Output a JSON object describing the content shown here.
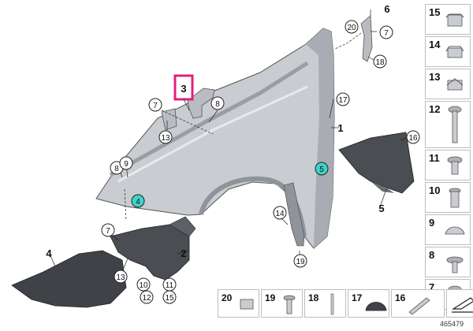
{
  "diagram": {
    "callouts": {
      "fender_main": "1",
      "bracket_lower": "2",
      "bracket_top": "3",
      "liner_front": "4",
      "liner_rear": "5",
      "strip_top": "6",
      "a7_left": "7",
      "a7_lower": "7",
      "a7_top": "7",
      "a8_left": "8",
      "a8_top": "8",
      "a9": "9",
      "a10": "10",
      "a11": "11",
      "a12": "12",
      "a13_left": "13",
      "a13_lower": "13",
      "a14": "14",
      "a15": "15",
      "a16": "16",
      "a17": "17",
      "a18": "18",
      "a19": "19",
      "a20": "20",
      "teal4": "4",
      "teal5": "5"
    },
    "highlight_color": "#e0207f",
    "teal_color": "#3fd3c7",
    "legend_right": [
      "15",
      "14",
      "13",
      "12",
      "11",
      "10",
      "9",
      "8",
      "7"
    ],
    "legend_bottom": [
      "20",
      "19",
      "18",
      "17",
      "16"
    ],
    "doc_id": "465479"
  }
}
